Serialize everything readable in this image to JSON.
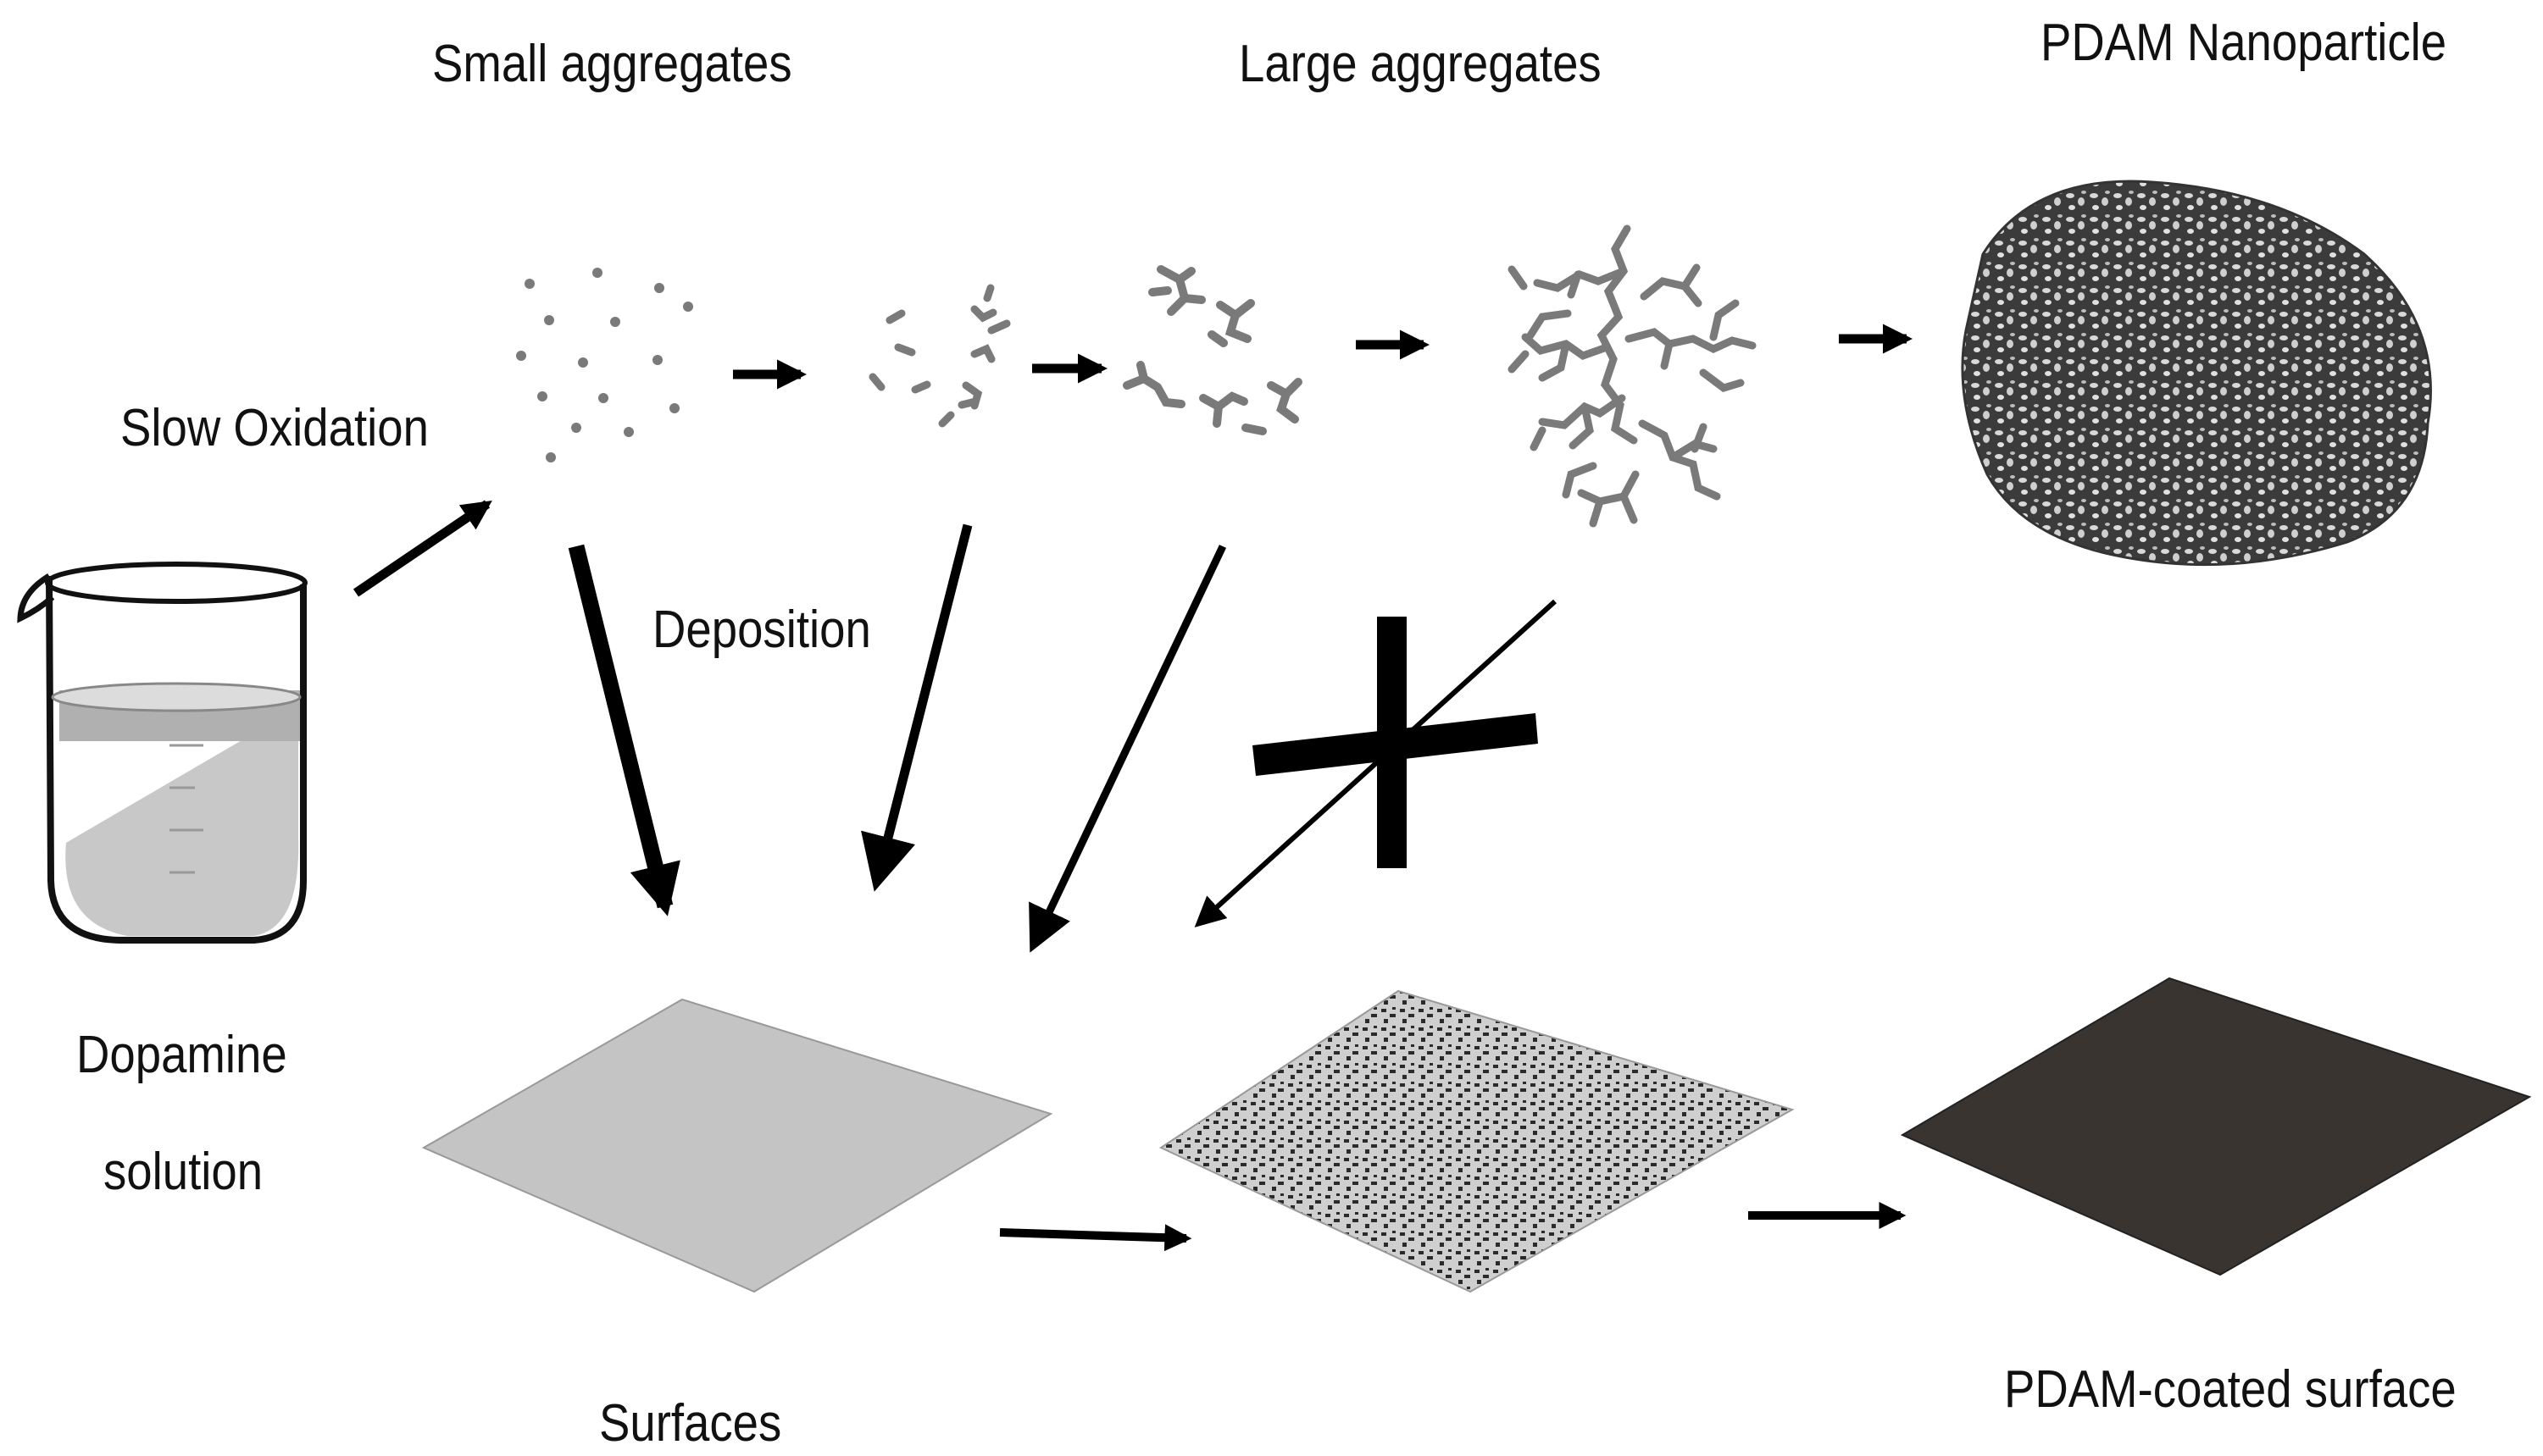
{
  "labels": {
    "small_aggregates": "Small aggregates",
    "large_aggregates": "Large aggregates",
    "pdam_nanoparticle": "PDAM Nanoparticle",
    "slow_oxidation": "Slow Oxidation",
    "deposition": "Deposition",
    "dopamine_line1": "Dopamine",
    "dopamine_line2": "solution",
    "surfaces": "Surfaces",
    "pdam_coated_surface": "PDAM-coated surface"
  },
  "colors": {
    "ink": "#000000",
    "particle": "#7a7a7a",
    "liquid": "#c8c8c8",
    "surface_bare": "#c4c4c4",
    "surface_partial_dots": "#2a2a2a",
    "surface_coated": "#3a3431"
  },
  "icons": [
    "beaker-icon",
    "monomer-dots-icon",
    "small-aggregates-icon",
    "branched-aggregates-icon",
    "large-aggregate-icon",
    "nanoparticle-icon",
    "blocked-cross-icon"
  ]
}
